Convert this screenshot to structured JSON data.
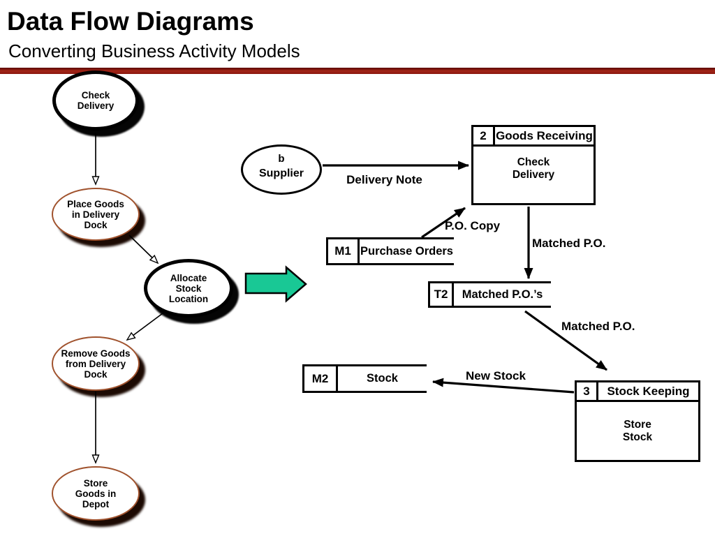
{
  "slide": {
    "title": "Data Flow Diagrams",
    "subtitle": "Converting Business Activity Models",
    "accent_color": "#9B1C10",
    "transform_arrow_color": "#19C895"
  },
  "activity_model": {
    "nodes": [
      {
        "label": "Check\nDelivery"
      },
      {
        "label": "Place Goods\nin Delivery\nDock"
      },
      {
        "label": "Allocate\nStock\nLocation"
      },
      {
        "label": "Remove Goods\nfrom Delivery\nDock"
      },
      {
        "label": "Store\nGoods in\nDepot"
      }
    ]
  },
  "dfd": {
    "external_entity": {
      "id": "b",
      "label": "Supplier"
    },
    "processes": [
      {
        "number": "2",
        "name": "Goods Receiving",
        "action": "Check\nDelivery"
      },
      {
        "number": "3",
        "name": "Stock Keeping",
        "action": "Store\nStock"
      }
    ],
    "data_stores": [
      {
        "id": "M1",
        "label": "Purchase Orders"
      },
      {
        "id": "T2",
        "label": "Matched P.O.’s"
      },
      {
        "id": "M2",
        "label": "Stock"
      }
    ],
    "flow_labels": [
      {
        "label": "Delivery Note"
      },
      {
        "label": "P.O. Copy"
      },
      {
        "label": "Matched P.O."
      },
      {
        "label": "Matched P.O."
      },
      {
        "label": "New Stock"
      }
    ]
  }
}
